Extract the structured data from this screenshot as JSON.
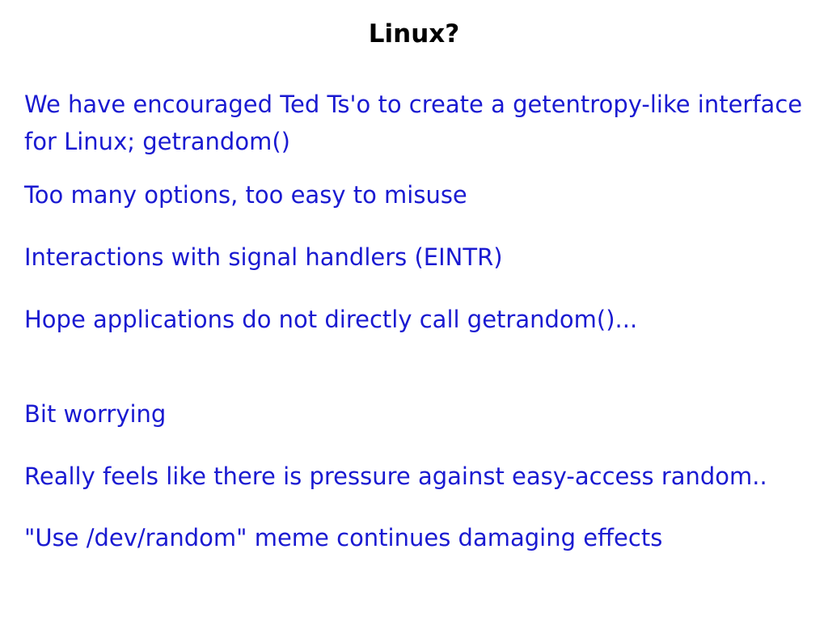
{
  "slide": {
    "title": "Linux?",
    "title_color": "#000000",
    "body_text_color": "#1a1ad1",
    "background_color": "#ffffff",
    "paragraphs": [
      {
        "lines": [
          "We have encouraged Ted Ts'o to create a getentropy-like interface",
          "for Linux; getrandom()"
        ]
      },
      {
        "lines": [
          "Too many options, too easy to misuse"
        ]
      },
      {
        "lines": [
          "Interactions with signal handlers (EINTR)"
        ]
      },
      {
        "lines": [
          "Hope applications do not directly call getrandom()..."
        ]
      },
      {
        "lines": [
          "Bit worrying"
        ]
      },
      {
        "lines": [
          "Really feels like there is pressure against easy-access random.."
        ]
      },
      {
        "lines": [
          "\"Use /dev/random\" meme continues damaging effects"
        ]
      }
    ]
  }
}
